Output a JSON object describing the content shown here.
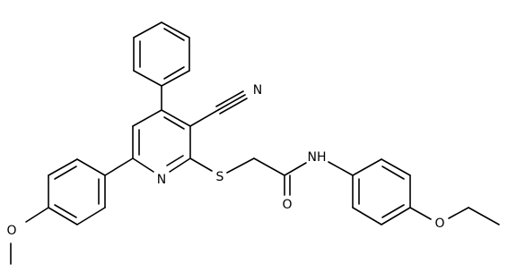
{
  "molecule": {
    "atoms": {
      "nitrile_nitrogen": "N",
      "ring_nitrogen": "N",
      "sulfur": "S",
      "carbonyl_oxygen": "O",
      "amide_nh": "NH",
      "ethoxy_oxygen": "O",
      "methoxy_oxygen": "O"
    },
    "colors": {
      "bond": "#000000",
      "label": "#000000",
      "background": "#ffffff"
    }
  }
}
